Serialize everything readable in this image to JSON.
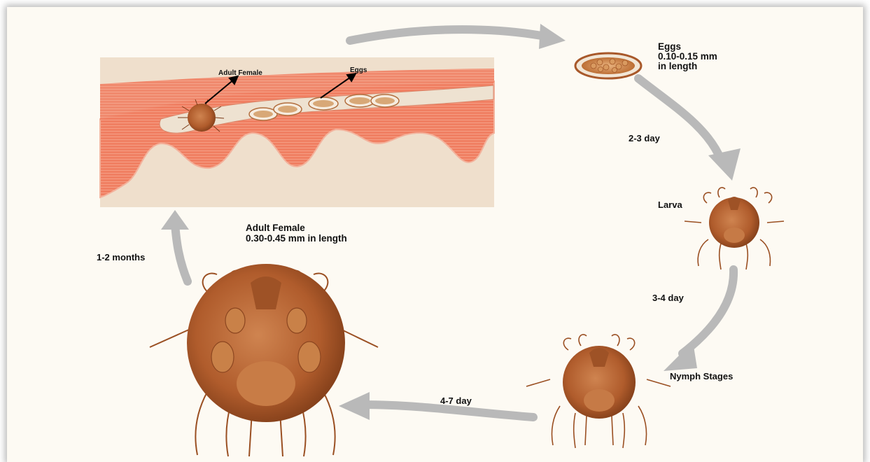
{
  "stages": {
    "eggs": {
      "label": "Eggs",
      "size": "0.10-0.15 mm",
      "size_line2": "in length"
    },
    "larva": {
      "label": "Larva"
    },
    "nymph": {
      "label": "Nymph Stages"
    },
    "adult": {
      "label": "Adult Female",
      "size": "0.30-0.45 mm in length"
    }
  },
  "durations": {
    "eggs_to_larva": "2-3 day",
    "larva_to_nymph": "3-4 day",
    "nymph_to_adult": "4-7 day",
    "adult_to_burrow": "1-2 months"
  },
  "burrow": {
    "adult_female_label": "Adult Female",
    "eggs_label": "Eggs"
  },
  "colors": {
    "skin": "#f08064",
    "skin_dark": "#d9583e",
    "tunnel": "#efe2d0",
    "mite_body": "#b46232",
    "mite_dark": "#7a3a18",
    "arrow": "#b9b9b9",
    "background": "#fdfaf3"
  }
}
